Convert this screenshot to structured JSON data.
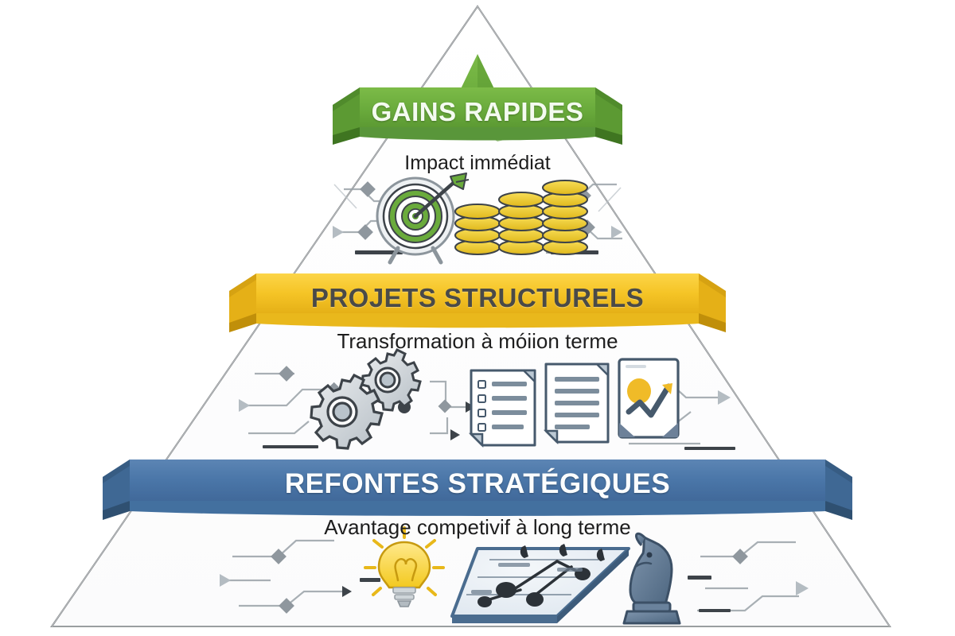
{
  "diagram": {
    "type": "pyramid",
    "orientation": "apex-up",
    "background_color": "#ffffff",
    "outline_color": "#6f7478",
    "tier_count": 3,
    "tiers": [
      {
        "position": "top",
        "rank": 1,
        "banner_label": "GAINS RAPIDES",
        "banner_color": "#6aab3c",
        "banner_shadow_color": "#4c8429",
        "banner_text_color": "#f4fbf0",
        "subtitle": "Impact immédiat",
        "subtitle_color": "#1d1d1d",
        "icons": [
          "target-dartboard-icon",
          "arrow-dart-icon",
          "coin-stack-small-icon",
          "coin-stack-medium-icon",
          "coin-stack-large-icon"
        ],
        "icon_accent_color": "#6aab3c",
        "icon_secondary_color": "#e8c52e"
      },
      {
        "position": "middle",
        "rank": 2,
        "banner_label": "PROJETS STRUCTURELS",
        "banner_color": "#f5c426",
        "banner_shadow_color": "#d09e12",
        "banner_text_color": "#4a4a48",
        "subtitle": "Transformation à móiion terme",
        "subtitle_color": "#1d1d1d",
        "icons": [
          "gear-large-icon",
          "gear-small-icon",
          "checklist-document-icon",
          "document-icon",
          "chart-card-icon"
        ],
        "icon_accent_color": "#8d9aa6",
        "icon_secondary_color": "#f0bb28"
      },
      {
        "position": "bottom",
        "rank": 3,
        "banner_label": "REFONTES STRATÉGIQUES",
        "banner_color": "#4a76a8",
        "banner_shadow_color": "#3a5e87",
        "banner_text_color": "#fbfdfe",
        "subtitle": "Avantage competivif à long terme",
        "subtitle_color": "#1d1d1d",
        "icons": [
          "lightbulb-icon",
          "strategy-board-icon",
          "chess-knight-icon"
        ],
        "icon_accent_color": "#5a7fa8",
        "icon_secondary_color": "#f5d23c"
      }
    ],
    "decoration": {
      "style": "circuit-lines",
      "line_color": "#9aa2a8",
      "node_shape": "diamond",
      "arrow_shape": "triangle"
    }
  }
}
